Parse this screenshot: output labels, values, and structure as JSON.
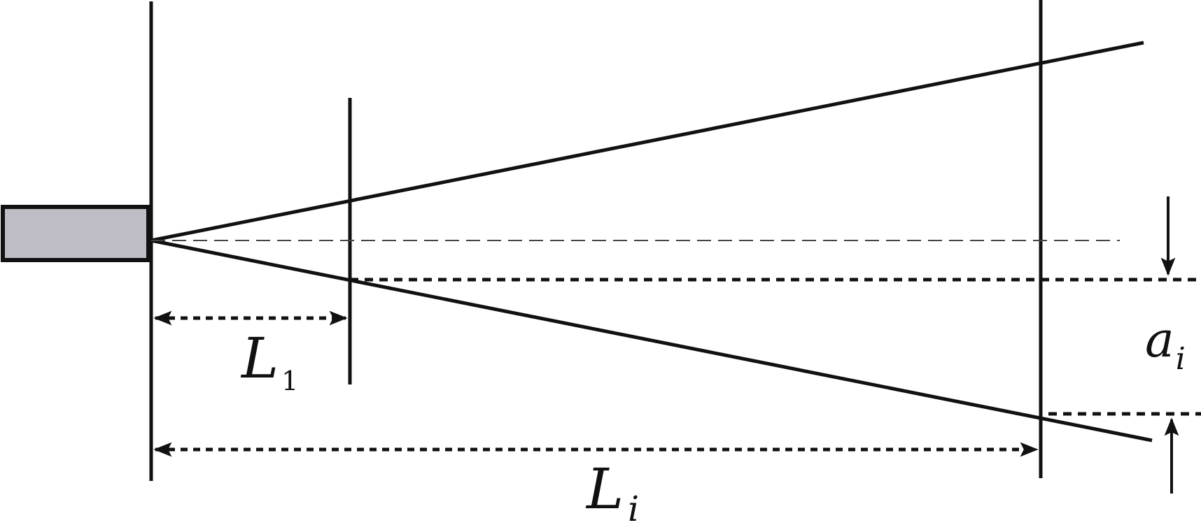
{
  "labels": {
    "l1": {
      "main": "L",
      "sub": "1"
    },
    "li": {
      "main": "L",
      "sub": "i"
    },
    "ai": {
      "main": "a",
      "sub": "i"
    }
  },
  "colors": {
    "ink": "#111111",
    "source_fill": "#bebdc5",
    "background": "#ffffff"
  }
}
